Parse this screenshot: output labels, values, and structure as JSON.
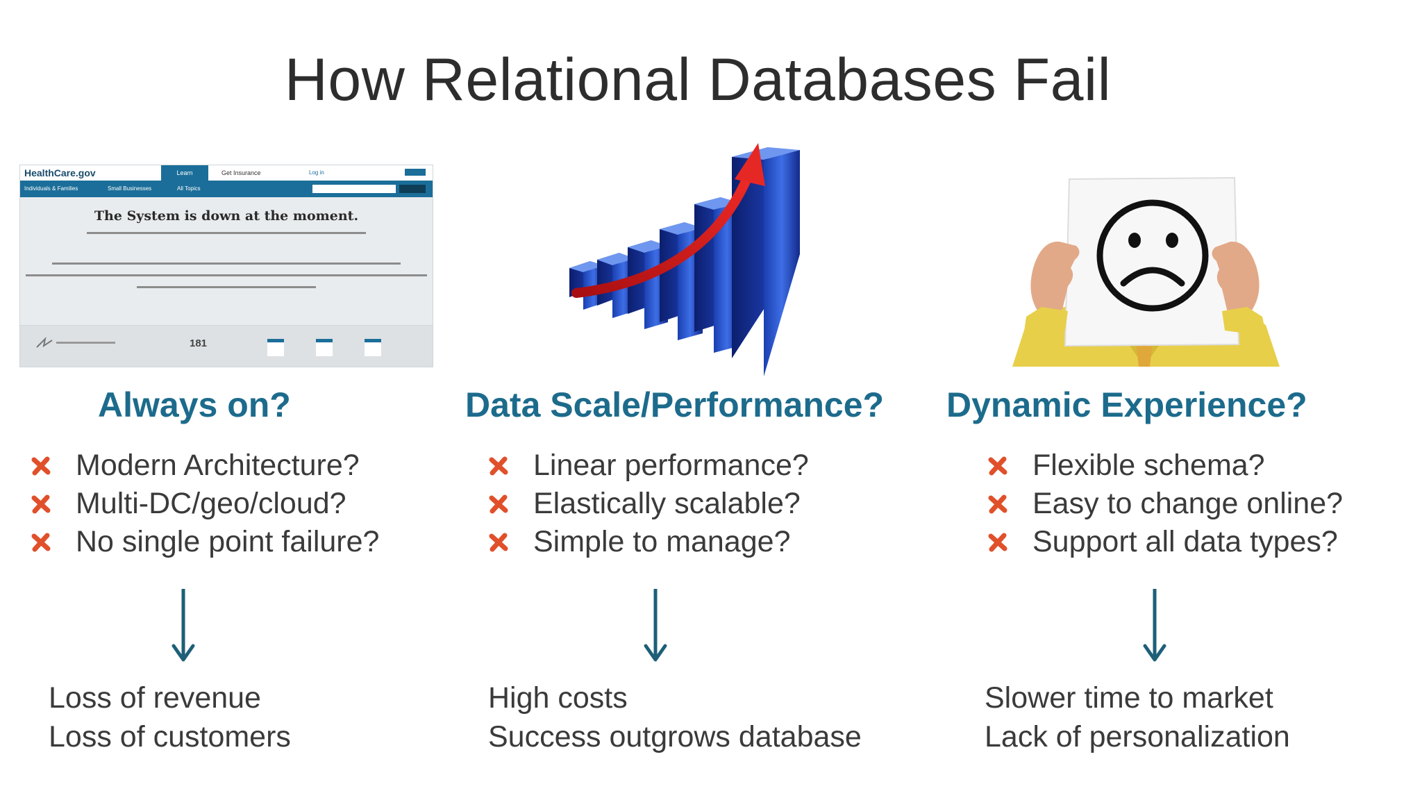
{
  "title": "How Relational Databases Fail",
  "colors": {
    "heading": "#1d6b8c",
    "arrow": "#1d5f78",
    "x_mark": "#e0502a"
  },
  "screenshot_mock": {
    "logo": "HealthCare.gov",
    "tab_learn": "Learn",
    "tab_insurance": "Get Insurance",
    "login": "Log in",
    "nav": [
      "Individuals & Families",
      "Small Businesses",
      "All Topics"
    ],
    "message": "The System is down at the moment.",
    "days_count": "181"
  },
  "columns": [
    {
      "heading": "Always on?",
      "image_icon": "website-down-screenshot",
      "bullets": [
        "Modern Architecture?",
        "Multi-DC/geo/cloud?",
        "No single point failure?"
      ],
      "outcomes": [
        "Loss of revenue",
        "Loss of customers"
      ]
    },
    {
      "heading": "Data Scale/Performance?",
      "image_icon": "growth-bar-chart-icon",
      "bullets": [
        "Linear performance?",
        "Elastically scalable?",
        "Simple to manage?"
      ],
      "outcomes": [
        "High costs",
        "Success outgrows database"
      ]
    },
    {
      "heading": "Dynamic Experience?",
      "image_icon": "sad-face-sign-icon",
      "bullets": [
        "Flexible schema?",
        "Easy to change online?",
        "Support all data types?"
      ],
      "outcomes": [
        "Slower time to market",
        "Lack of personalization"
      ]
    }
  ]
}
